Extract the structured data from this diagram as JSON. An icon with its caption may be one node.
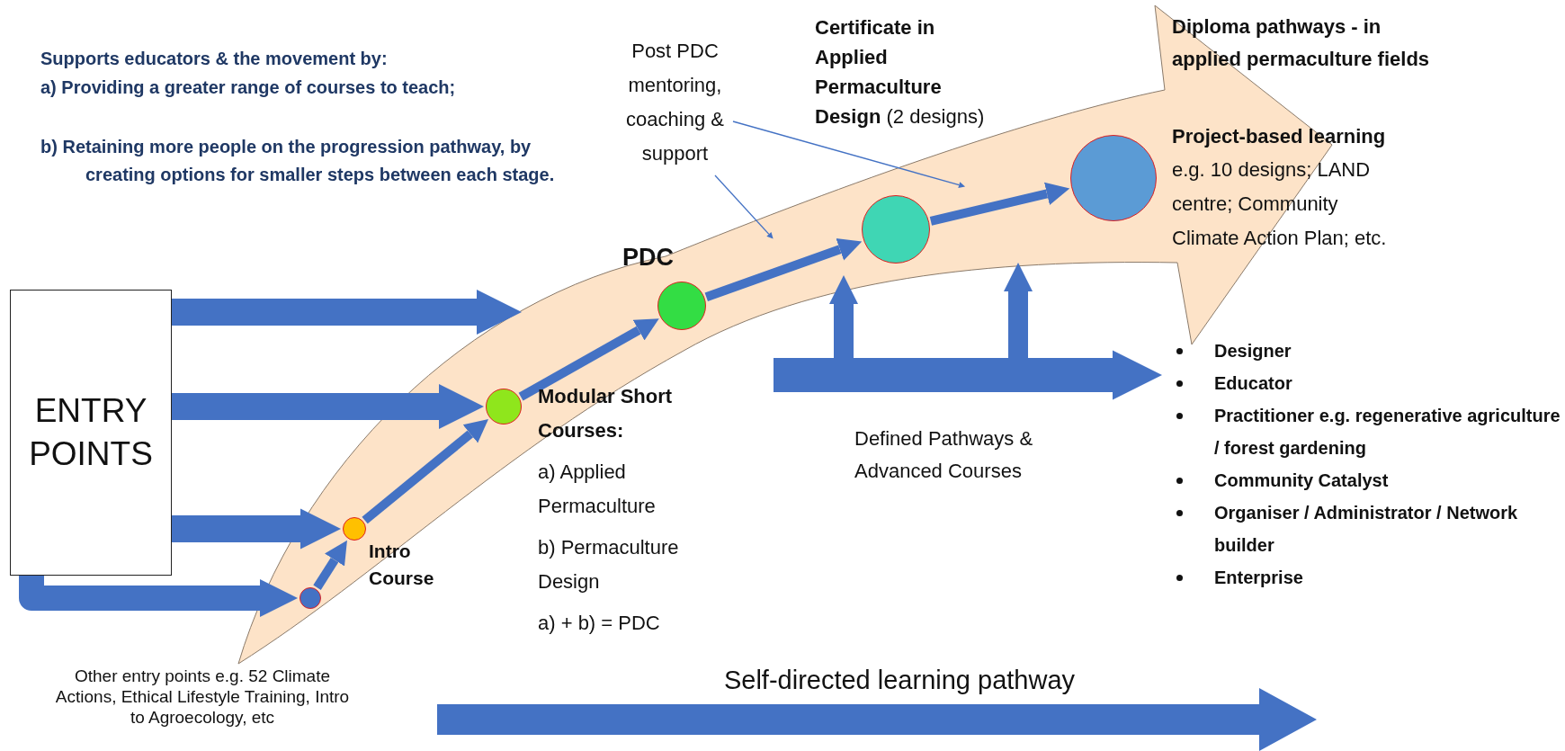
{
  "diagram": {
    "nodes": [
      {
        "text": [
          "ENTRY POINTS"
        ]
      },
      {
        "text": [],
        "shape": "arrow"
      },
      {
        "text": [],
        "shape": "circle",
        "in": 1,
        "beside": [
          "Other entry points e.g. 52 Climate Actions, Ethical Lifestyle Training, Intro to Agroecology, etc"
        ]
      },
      {
        "text": [],
        "shape": "circle",
        "in": 1,
        "beside": [
          "Intro Course"
        ]
      },
      {
        "text": [],
        "shape": "circle",
        "in": 1,
        "beside": [
          "Modular Short Courses:",
          "a) Applied Permaculture",
          "b) Permaculture Design",
          "a) + b) = PDC"
        ]
      },
      {
        "text": [],
        "shape": "circle",
        "in": 1,
        "beside": [
          "PDC"
        ]
      },
      {
        "text": [],
        "shape": "circle",
        "in": 1,
        "beside": [
          "**Certificate in Applied Permaculture Design** (2 designs)"
        ]
      },
      {
        "text": [],
        "shape": "circle",
        "in": 1,
        "beside": [
          "Diploma pathways - in applied permaculture fields",
          "Project-based learning",
          "e.g. 10 designs; LAND centre; Community Climate Action Plan; etc."
        ]
      },
      {
        "text": [
          "Post PDC mentoring, coaching & support"
        ]
      },
      {
        "text": [
          "Designer",
          "Educator",
          "Practitioner e.g. regenerative agriculture / forest gardening",
          "Community Catalyst",
          "Organiser / Administrator / Network builder",
          "Enterprise"
        ]
      }
    ],
    "edges": [
      {
        "from": 0,
        "to": 1,
        "arrow": "to",
        "style": "thick"
      },
      {
        "from": 0,
        "to": 4,
        "arrow": "to",
        "style": "thick"
      },
      {
        "from": 0,
        "to": 3,
        "arrow": "to",
        "style": "thick"
      },
      {
        "from": 0,
        "to": 2,
        "arrow": "to",
        "style": "thick"
      },
      {
        "from": 2,
        "to": 3,
        "arrow": "to"
      },
      {
        "from": 3,
        "to": 4,
        "arrow": "to"
      },
      {
        "from": 4,
        "to": 5,
        "arrow": "to"
      },
      {
        "from": 5,
        "to": 6,
        "arrow": "to"
      },
      {
        "from": 6,
        "to": 7,
        "arrow": "to"
      },
      {
        "from": null,
        "to": 9,
        "arrow": "to",
        "label": "Defined Pathways & Advanced Courses",
        "style": "thick"
      },
      {
        "from": null,
        "to": 1,
        "arrow": "to",
        "style": "thick"
      },
      {
        "from": null,
        "to": 1,
        "arrow": "to",
        "style": "thick"
      },
      {
        "from": 8,
        "to": 1,
        "arrow": "to"
      },
      {
        "from": 8,
        "to": 1,
        "arrow": "to"
      }
    ],
    "labels": [
      "Supports educators & the movement by:",
      "a) Providing a greater range of courses to teach;",
      "b) Retaining more people on the progression pathway, by creating options for smaller steps between each stage.",
      "Self-directed learning pathway"
    ]
  }
}
